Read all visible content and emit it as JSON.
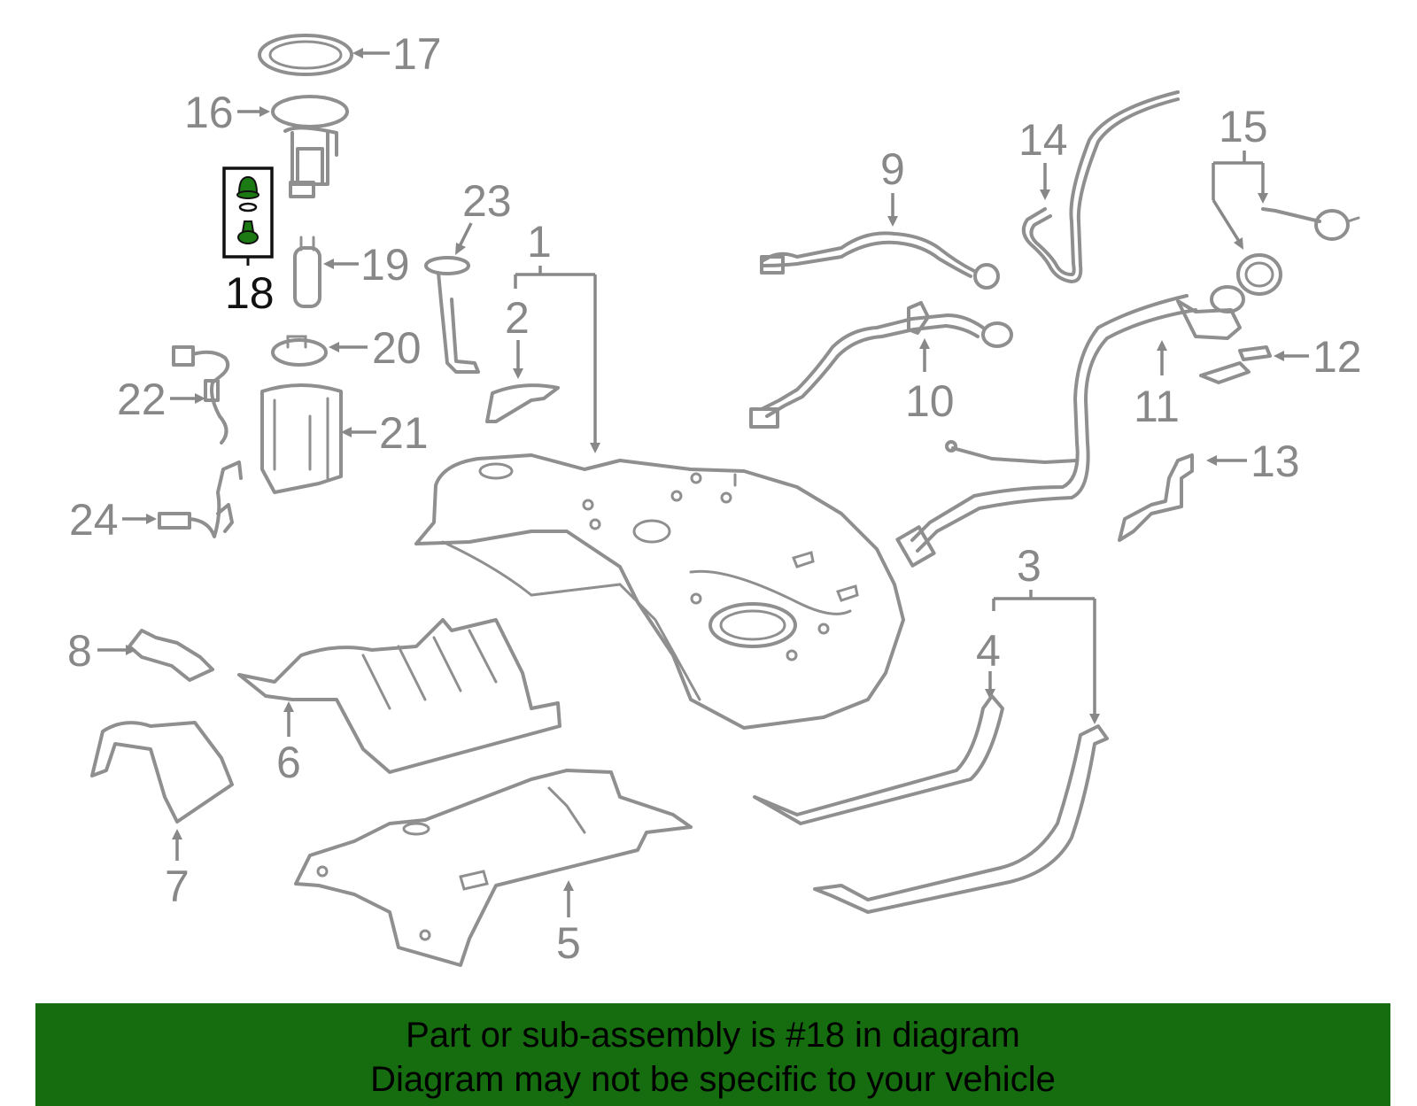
{
  "callouts": [
    {
      "id": "1",
      "text": "1"
    },
    {
      "id": "2",
      "text": "2"
    },
    {
      "id": "3",
      "text": "3"
    },
    {
      "id": "4",
      "text": "4"
    },
    {
      "id": "5",
      "text": "5"
    },
    {
      "id": "6",
      "text": "6"
    },
    {
      "id": "7",
      "text": "7"
    },
    {
      "id": "8",
      "text": "8"
    },
    {
      "id": "9",
      "text": "9"
    },
    {
      "id": "10",
      "text": "10"
    },
    {
      "id": "11",
      "text": "11"
    },
    {
      "id": "12",
      "text": "12"
    },
    {
      "id": "13",
      "text": "13"
    },
    {
      "id": "14",
      "text": "14"
    },
    {
      "id": "15",
      "text": "15"
    },
    {
      "id": "16",
      "text": "16"
    },
    {
      "id": "17",
      "text": "17"
    },
    {
      "id": "18",
      "text": "18"
    },
    {
      "id": "19",
      "text": "19"
    },
    {
      "id": "20",
      "text": "20"
    },
    {
      "id": "21",
      "text": "21"
    },
    {
      "id": "22",
      "text": "22"
    },
    {
      "id": "23",
      "text": "23"
    },
    {
      "id": "24",
      "text": "24"
    }
  ],
  "highlighted_part": "18",
  "colors": {
    "banner": "#156d0f",
    "highlight_part": "#1c7a14",
    "line_art": "#8f8f8f",
    "label": "#888888"
  },
  "banner": {
    "line1": "Part or sub-assembly is #18 in diagram",
    "line2": "Diagram may not be specific to your vehicle"
  }
}
